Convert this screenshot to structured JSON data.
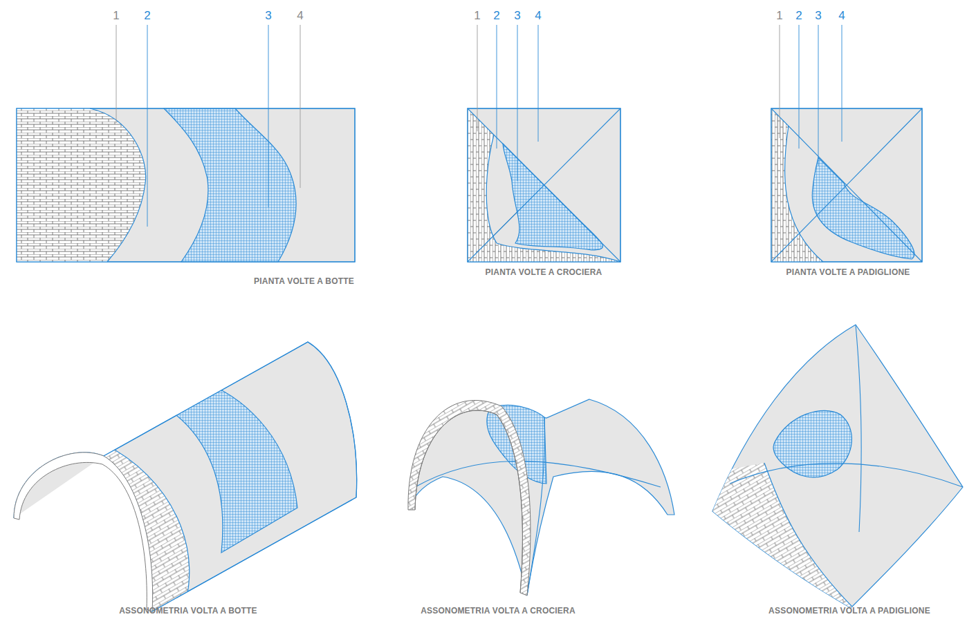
{
  "diagram": {
    "labels": [
      "1",
      "2",
      "3",
      "4",
      "1",
      "2",
      "3",
      "4",
      "1",
      "2",
      "3",
      "4",
      "PIANTA VOLTE A BOTTE",
      "PIANTA VOLTE A CROCIERA",
      "PIANTA VOLTE A PADIGLIONE",
      "ASSONOMETRIA VOLTA A BOTTE",
      "ASSONOMETRIA VOLTA A CROCIERA",
      "ASSONOMETRIA VOLTA A PADIGLIONE"
    ]
  }
}
